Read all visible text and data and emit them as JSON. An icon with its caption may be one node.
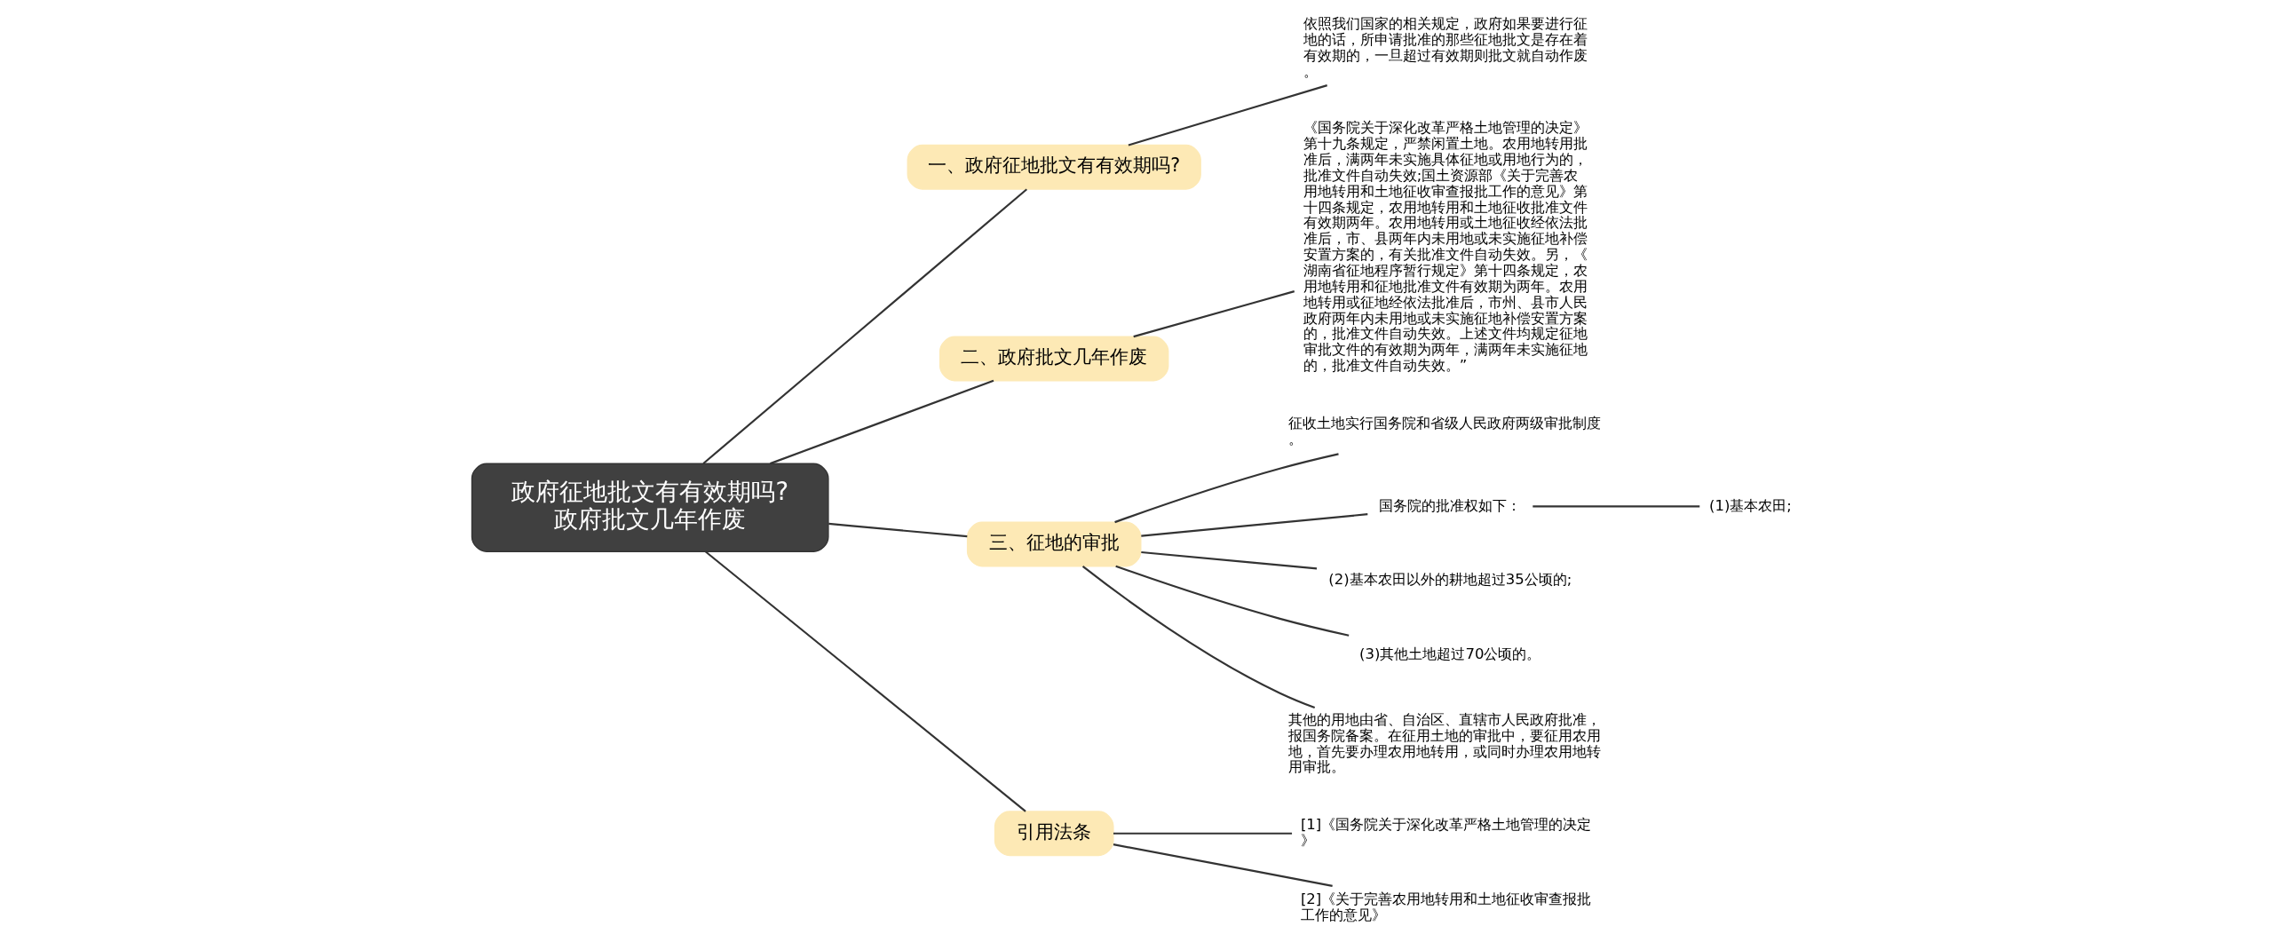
{
  "diagram": {
    "nodes": [
      {
        "text": [
          "政府征地批文有有效期吗?政府批文几年作废"
        ]
      },
      {
        "text": [
          "一、政府征地批文有有效期吗?"
        ]
      },
      {
        "text": [
          "依照我们国家的相关规定，政府如果要进行征地的话，所申请批准的那些征地批文是存在着有效期的，一旦超过有效期则批文就自动作废。"
        ]
      },
      {
        "text": [
          "二、政府批文几年作废"
        ]
      },
      {
        "text": [
          "《国务院关于深化改革严格土地管理的决定》第十九条规定，严禁闲置土地。农用地转用批准后，满两年未实施具体征地或用地行为的，批准文件自动失效;国土资源部《关于完善农用地转用和土地征收审查报批工作的意见》第十四条规定，农用地转用和土地征收批准文件有效期两年。农用地转用或土地征收经依法批准后，市、县两年内未用地或未实施征地补偿安置方案的，有关批准文件自动失效。另，《湖南省征地程序暂行规定》第十四条规定，农用地转用和征地批准文件有效期为两年。农用地转用或征地经依法批准后，市州、县市人民政府两年内未用地或未实施征地补偿安置方案的，批准文件自动失效。上述文件均规定征地审批文件的有效期为两年，满两年未实施征地的，批准文件自动失效。”"
        ]
      },
      {
        "text": [
          "三、征地的审批"
        ]
      },
      {
        "text": [
          "征收土地实行国务院和省级人民政府两级审批制度。"
        ]
      },
      {
        "text": [
          "国务院的批准权如下："
        ]
      },
      {
        "text": [
          "(1)基本农田;"
        ]
      },
      {
        "text": [
          "(2)基本农田以外的耕地超过35公顷的;"
        ]
      },
      {
        "text": [
          "(3)其他土地超过70公顷的。"
        ]
      },
      {
        "text": [
          "其他的用地由省、自治区、直辖市人民政府批准，报国务院备案。在征用土地的审批中，要征用农用地，首先要办理农用地转用，或同时办理农用地转用审批。"
        ]
      },
      {
        "text": [
          "引用法条"
        ]
      },
      {
        "text": [
          "[1]《国务院关于深化改革严格土地管理的决定》"
        ]
      },
      {
        "text": [
          "[2]《关于完善农用地转用和土地征收审查报批工作的意见》"
        ]
      }
    ],
    "edges": [
      {
        "from": 0,
        "to": 1,
        "arrow": "none"
      },
      {
        "from": 1,
        "to": 2,
        "arrow": "none"
      },
      {
        "from": 0,
        "to": 3,
        "arrow": "none"
      },
      {
        "from": 3,
        "to": 4,
        "arrow": "none"
      },
      {
        "from": 0,
        "to": 5,
        "arrow": "none"
      },
      {
        "from": 5,
        "to": 6,
        "arrow": "none"
      },
      {
        "from": 5,
        "to": 7,
        "arrow": "none"
      },
      {
        "from": 7,
        "to": 8,
        "arrow": "none"
      },
      {
        "from": 5,
        "to": 9,
        "arrow": "none"
      },
      {
        "from": 5,
        "to": 10,
        "arrow": "none"
      },
      {
        "from": 5,
        "to": 11,
        "arrow": "none"
      },
      {
        "from": 0,
        "to": 12,
        "arrow": "none"
      },
      {
        "from": 12,
        "to": 13,
        "arrow": "none"
      },
      {
        "from": 12,
        "to": 14,
        "arrow": "none"
      }
    ]
  }
}
